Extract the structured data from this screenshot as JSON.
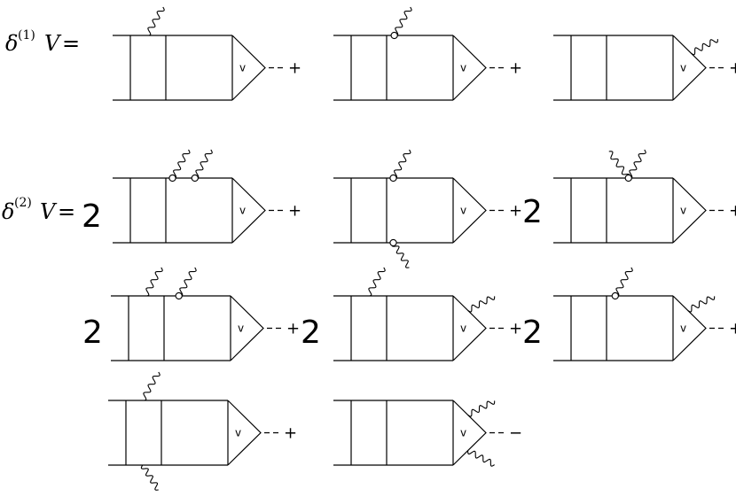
{
  "equations": [
    {
      "id": "first",
      "symbol": "δ",
      "order": "(1)",
      "var": "V",
      "eq": "=",
      "coef": ""
    },
    {
      "id": "second",
      "symbol": "δ",
      "order": "(2)",
      "var": "V",
      "eq": "=",
      "coef": "2"
    }
  ],
  "coefficients": [
    "2",
    "2",
    "2",
    "2"
  ],
  "vertex_label": "v",
  "sign_plus": "+",
  "sign_minus": "−",
  "diagrams": [
    {
      "id": "d1",
      "photons": [
        {
          "at": "top",
          "pos": 0.25
        }
      ],
      "dots": [],
      "sign": "plus"
    },
    {
      "id": "d2",
      "photons": [
        {
          "at": "top",
          "pos": 0.51
        }
      ],
      "dots": [
        {
          "at": "top",
          "pos": 0.51
        }
      ],
      "sign": "plus"
    },
    {
      "id": "d3",
      "photons": [
        {
          "at": "tri_top",
          "pos": 0.55
        }
      ],
      "dots": [],
      "sign": "plus"
    },
    {
      "id": "d4",
      "photons": [
        {
          "at": "top",
          "pos": 0.5
        },
        {
          "at": "top",
          "pos": 0.72
        }
      ],
      "dots": [
        {
          "at": "top",
          "pos": 0.5
        },
        {
          "at": "top",
          "pos": 0.72
        }
      ],
      "sign": "plus"
    },
    {
      "id": "d5",
      "photons": [
        {
          "at": "top",
          "pos": 0.5
        },
        {
          "at": "bottom",
          "pos": 0.5
        }
      ],
      "dots": [
        {
          "at": "top",
          "pos": 0.5
        },
        {
          "at": "bottom",
          "pos": 0.5
        }
      ],
      "sign": "plus"
    },
    {
      "id": "d6",
      "photons": [
        {
          "at": "top",
          "pos": 0.65
        },
        {
          "at": "top",
          "pos": 0.65
        }
      ],
      "dots": [
        {
          "at": "top",
          "pos": 0.65
        }
      ],
      "sign": "plus"
    },
    {
      "id": "d7",
      "photons": [
        {
          "at": "top",
          "pos": 0.25
        },
        {
          "at": "top",
          "pos": 0.58
        }
      ],
      "dots": [
        {
          "at": "top",
          "pos": 0.58
        }
      ],
      "sign": "plus"
    },
    {
      "id": "d8",
      "photons": [
        {
          "at": "top",
          "pos": 0.25
        },
        {
          "at": "tri_top",
          "pos": 0.45
        }
      ],
      "dots": [],
      "sign": "plus"
    },
    {
      "id": "d9",
      "photons": [
        {
          "at": "top",
          "pos": 0.52
        },
        {
          "at": "tri_top",
          "pos": 0.45
        }
      ],
      "dots": [
        {
          "at": "top",
          "pos": 0.52
        }
      ],
      "sign": "plus"
    },
    {
      "id": "d10",
      "photons": [
        {
          "at": "top",
          "pos": 0.25
        },
        {
          "at": "bottom",
          "pos": 0.25
        }
      ],
      "dots": [],
      "sign": "plus"
    },
    {
      "id": "d11",
      "photons": [
        {
          "at": "tri_top",
          "pos": 0.45
        },
        {
          "at": "tri_bottom",
          "pos": 0.45
        }
      ],
      "dots": [],
      "sign": "minus"
    }
  ]
}
